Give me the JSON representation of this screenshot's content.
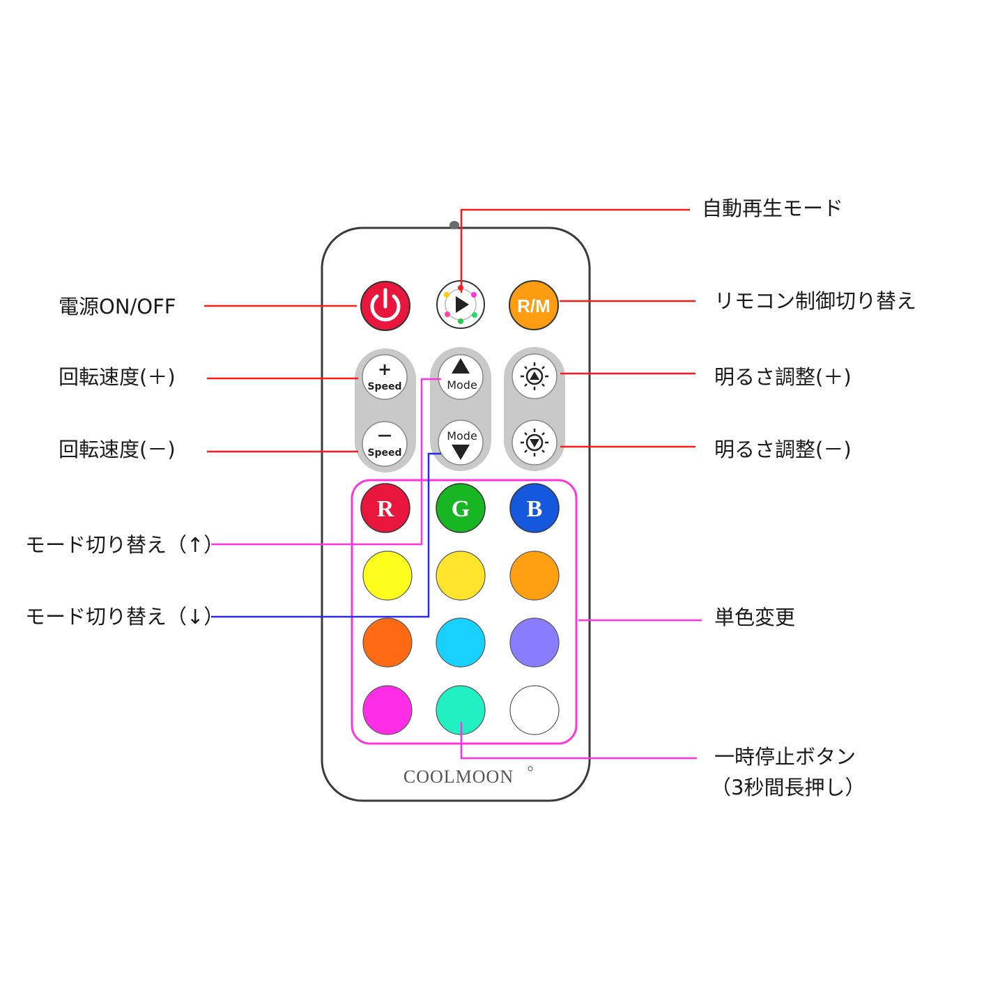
{
  "remote": {
    "brand": "COOLMOON",
    "buttons": {
      "rm_label": "R/M",
      "speed_label": "Speed",
      "speed_plus": "+",
      "speed_minus": "—",
      "mode_label": "Mode",
      "r": "R",
      "g": "G",
      "b": "B"
    },
    "color_buttons": [
      "#ffff1e",
      "#ffe42c",
      "#ffa012",
      "#ff6a12",
      "#18d1ff",
      "#8a7cff",
      "#ff2de6",
      "#22f0c4",
      "#ffffff"
    ],
    "colors": {
      "power": "#e8163c",
      "rm": "#ff9d12",
      "r": "#e8163c",
      "g": "#17b622",
      "b": "#1458de",
      "body_border": "#3a3a3a",
      "pad": "#c9c9c9"
    }
  },
  "labels": {
    "auto_play": "自動再生モード",
    "power": "電源ON/OFF",
    "remote_switch": "リモコン制御切り替え",
    "speed_up": "回転速度(＋)",
    "speed_down": "回転速度(－)",
    "bright_up": "明るさ調整(＋)",
    "bright_down": "明るさ調整(－)",
    "mode_up": "モード切り替え（↑）",
    "mode_down": "モード切り替え（↓）",
    "single_color": "単色変更",
    "pause_line1": "一時停止ボタン",
    "pause_line2": "（3秒間長押し）"
  },
  "line_colors": {
    "red": "#ff1a1a",
    "magenta": "#ff33dd",
    "blue": "#2a2ae8"
  }
}
